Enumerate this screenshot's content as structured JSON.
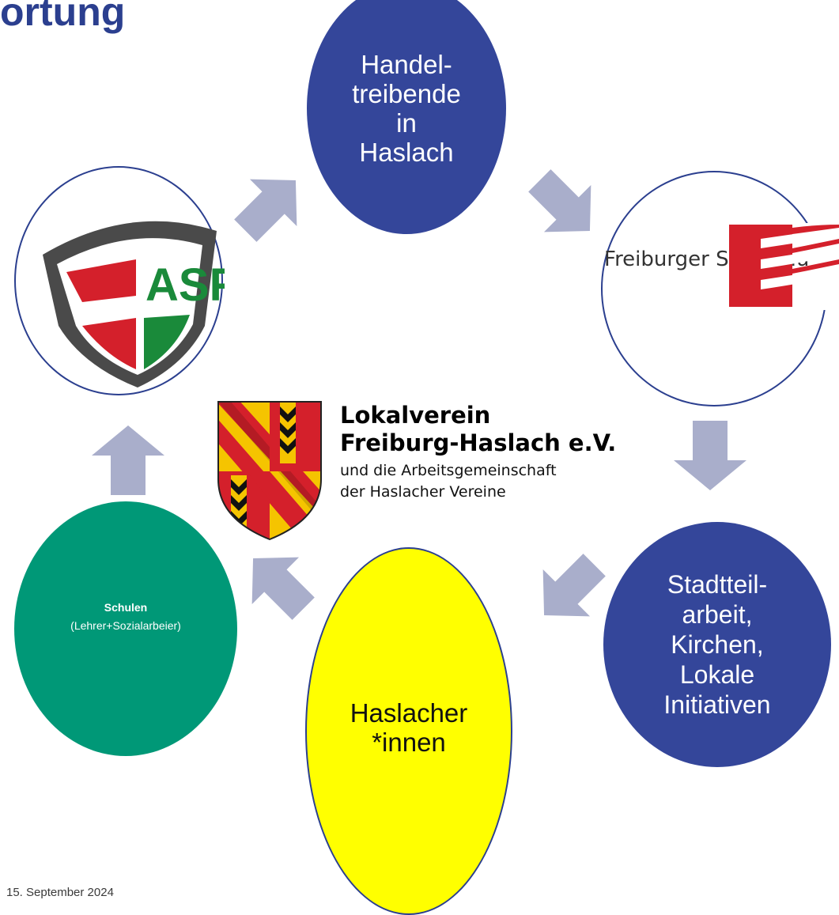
{
  "title": "ortung",
  "center": {
    "line1": "Lokalverein",
    "line2": "Freiburg-Haslach e.V.",
    "line3": "und die Arbeitsgemeinschaft",
    "line4": "der Haslacher Vereine"
  },
  "nodes": {
    "handel": "Handel-\ntreibende\nin\nHaslach",
    "stadtbau": "Freiburger\nStadtbau",
    "stadtteil": "Stadtteil-\narbeit,\nKirchen,\nLokale\nInitiativen",
    "haslacher": "Haslacher\n*innen",
    "schulen_title": "Schulen",
    "schulen_sub": "(Lehrer+Sozialarbeier)",
    "asf_logo": "ASF"
  },
  "footer": {
    "date": "15. September 2024"
  },
  "colors": {
    "navy": "#34469a",
    "green": "#009877",
    "yellow": "#ffff00",
    "arrow": "#a9aecb",
    "crest_red": "#d4202b",
    "crest_yellow": "#f5c400",
    "asf_green": "#1a8a3a"
  }
}
